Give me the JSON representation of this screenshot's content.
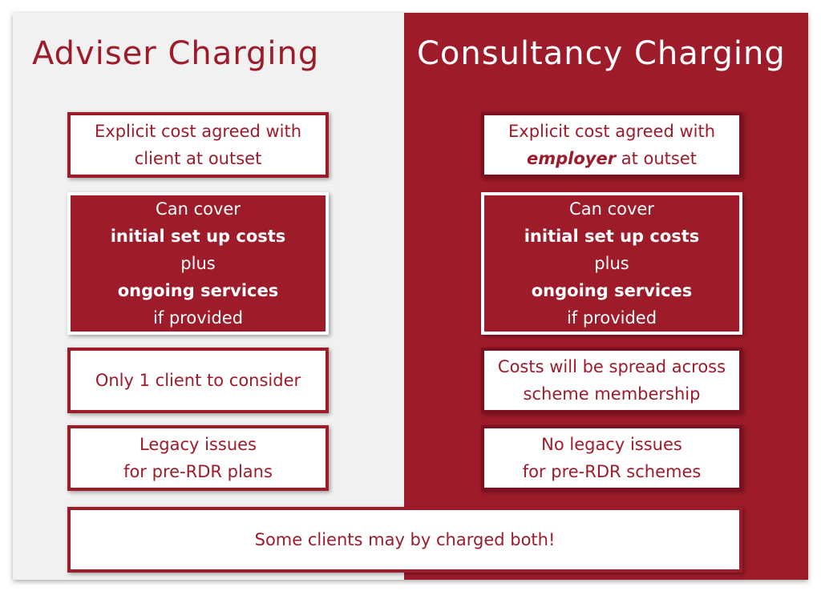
{
  "left": {
    "title": "Adviser Charging",
    "box1": [
      "Explicit cost agreed with",
      "client at outset"
    ],
    "box2": {
      "l1": "Can cover",
      "l2": "initial set up costs",
      "l3": "plus",
      "l4": "ongoing services",
      "l5": "if provided"
    },
    "box3": "Only 1 client to consider",
    "box4": [
      "Legacy issues",
      "for pre-RDR plans"
    ]
  },
  "right": {
    "title": "Consultancy Charging",
    "box1": {
      "l1": "Explicit cost agreed with",
      "l2_em": "employer",
      "l2_rest": " at outset"
    },
    "box2": {
      "l1": "Can cover",
      "l2": "initial set up costs",
      "l3": "plus",
      "l4": "ongoing services",
      "l5": "if provided"
    },
    "box3": [
      "Costs will be spread across",
      "scheme membership"
    ],
    "box4": [
      "No legacy issues",
      "for pre-RDR schemes"
    ]
  },
  "footer": "Some clients may by charged both!",
  "colors": {
    "brand_red": "#9e1b2a",
    "light_grey": "#f1f1f1",
    "white": "#ffffff"
  }
}
